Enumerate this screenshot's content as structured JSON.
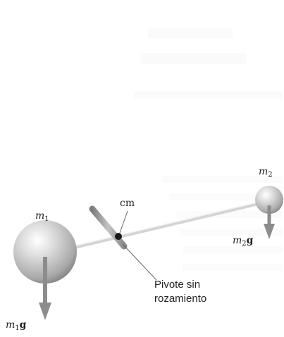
{
  "labels": {
    "m1": {
      "base": "m",
      "sub": "1"
    },
    "m2": {
      "base": "m",
      "sub": "2"
    },
    "m1g": {
      "base": "m",
      "sub": "1",
      "vec": "g"
    },
    "m2g": {
      "base": "m",
      "sub": "2",
      "vec": "g"
    },
    "cm": "cm",
    "pivot_line1": "Pivote sin",
    "pivot_line2": "rozamiento"
  },
  "colors": {
    "sphere_light": "#ffffff",
    "sphere_mid": "#c9c9c9",
    "sphere_dark": "#7a7a7a",
    "rod": "#d8d8d8",
    "pivot_rod": "#9a9a9a",
    "arrow": "#8c8c8c",
    "cm_dot": "#1a1a1a",
    "leader_line": "#666666",
    "ghost_text": "#e6e6e6"
  }
}
